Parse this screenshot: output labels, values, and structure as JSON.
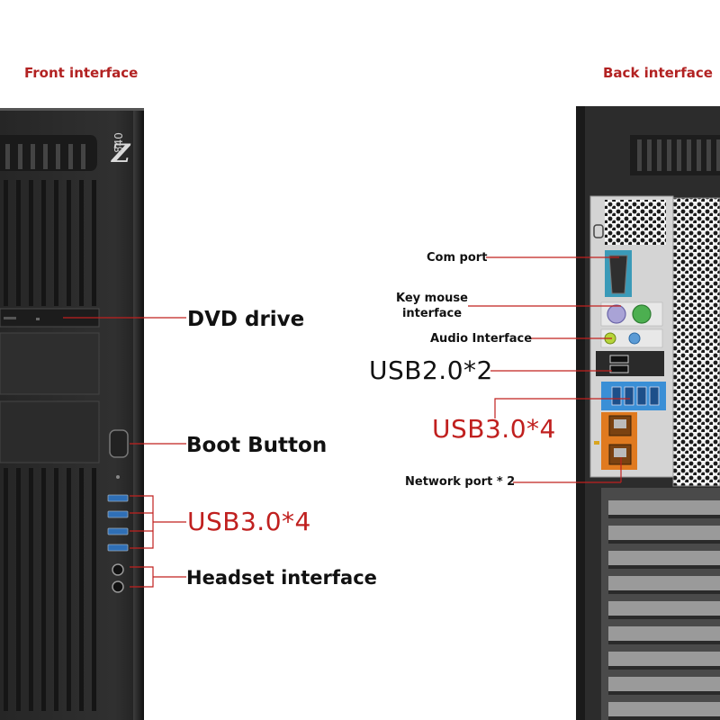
{
  "headings": {
    "front": "Front interface",
    "back": "Back interface",
    "color": "#b22222"
  },
  "model_badge": {
    "letter": "Z",
    "number": "840"
  },
  "front_labels": {
    "dvd": "DVD drive",
    "boot": "Boot Button",
    "usb3": "USB3.0*4",
    "headset": "Headset interface"
  },
  "back_labels": {
    "com": "Com port",
    "keymouse_line1": "Key mouse",
    "keymouse_line2": "interface",
    "audio": "Audio Interface",
    "usb2": "USB2.0*2",
    "usb3": "USB3.0*4",
    "network": "Network port * 2"
  },
  "colors": {
    "accent_red": "#c0201f",
    "chassis_dark": "#2a2a2a",
    "chassis_mid": "#3a3a3a",
    "io_plate": "#cfcfcf",
    "usb3_blue": "#3a8fd6",
    "lan_orange": "#e07a1f",
    "ps2_purple": "#a9a3d6",
    "ps2_green": "#4caf50",
    "audio_lime": "#b7d43a",
    "audio_blue": "#5b9bd5"
  }
}
